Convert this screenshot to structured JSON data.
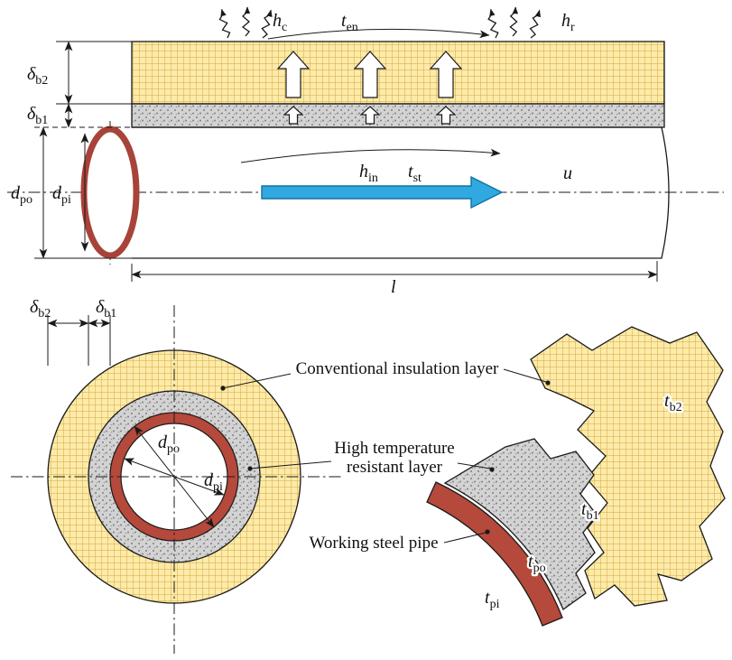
{
  "colors": {
    "insulation_fill": "#FCEBA9",
    "insulation_grid": "#D8A440",
    "resistant_fill": "#D3D3D3",
    "resistant_dot": "#808080",
    "pipe_red": "#B5493B",
    "pipe_red_line": "#A8433A",
    "flow_blue": "#2FA9E0"
  },
  "top": {
    "h_c": {
      "m": "h",
      "s": "c"
    },
    "t_en": {
      "m": "t",
      "s": "en"
    },
    "h_r": {
      "m": "h",
      "s": "r"
    },
    "delta_b2": {
      "m": "δ",
      "s": "b2"
    },
    "delta_b1": {
      "m": "δ",
      "s": "b1"
    },
    "d_po": {
      "m": "d",
      "s": "po"
    },
    "d_pi": {
      "m": "d",
      "s": "pi"
    },
    "h_in": {
      "m": "h",
      "s": "in"
    },
    "t_st": {
      "m": "t",
      "s": "st"
    },
    "u": "u",
    "l": "l"
  },
  "cross": {
    "delta_b2": {
      "m": "δ",
      "s": "b2"
    },
    "delta_b1": {
      "m": "δ",
      "s": "b1"
    },
    "d_po": {
      "m": "d",
      "s": "po"
    },
    "d_pi": {
      "m": "d",
      "s": "pi"
    }
  },
  "detail": {
    "conventional_label": "Conventional insulation layer",
    "resistant_label_line1": "High temperature",
    "resistant_label_line2": "resistant layer",
    "steel_label": "Working steel pipe",
    "t_b2": {
      "m": "t",
      "s": "b2"
    },
    "t_b1": {
      "m": "t",
      "s": "b1"
    },
    "t_po": {
      "m": "t",
      "s": "po"
    },
    "t_pi": {
      "m": "t",
      "s": "pi"
    }
  }
}
